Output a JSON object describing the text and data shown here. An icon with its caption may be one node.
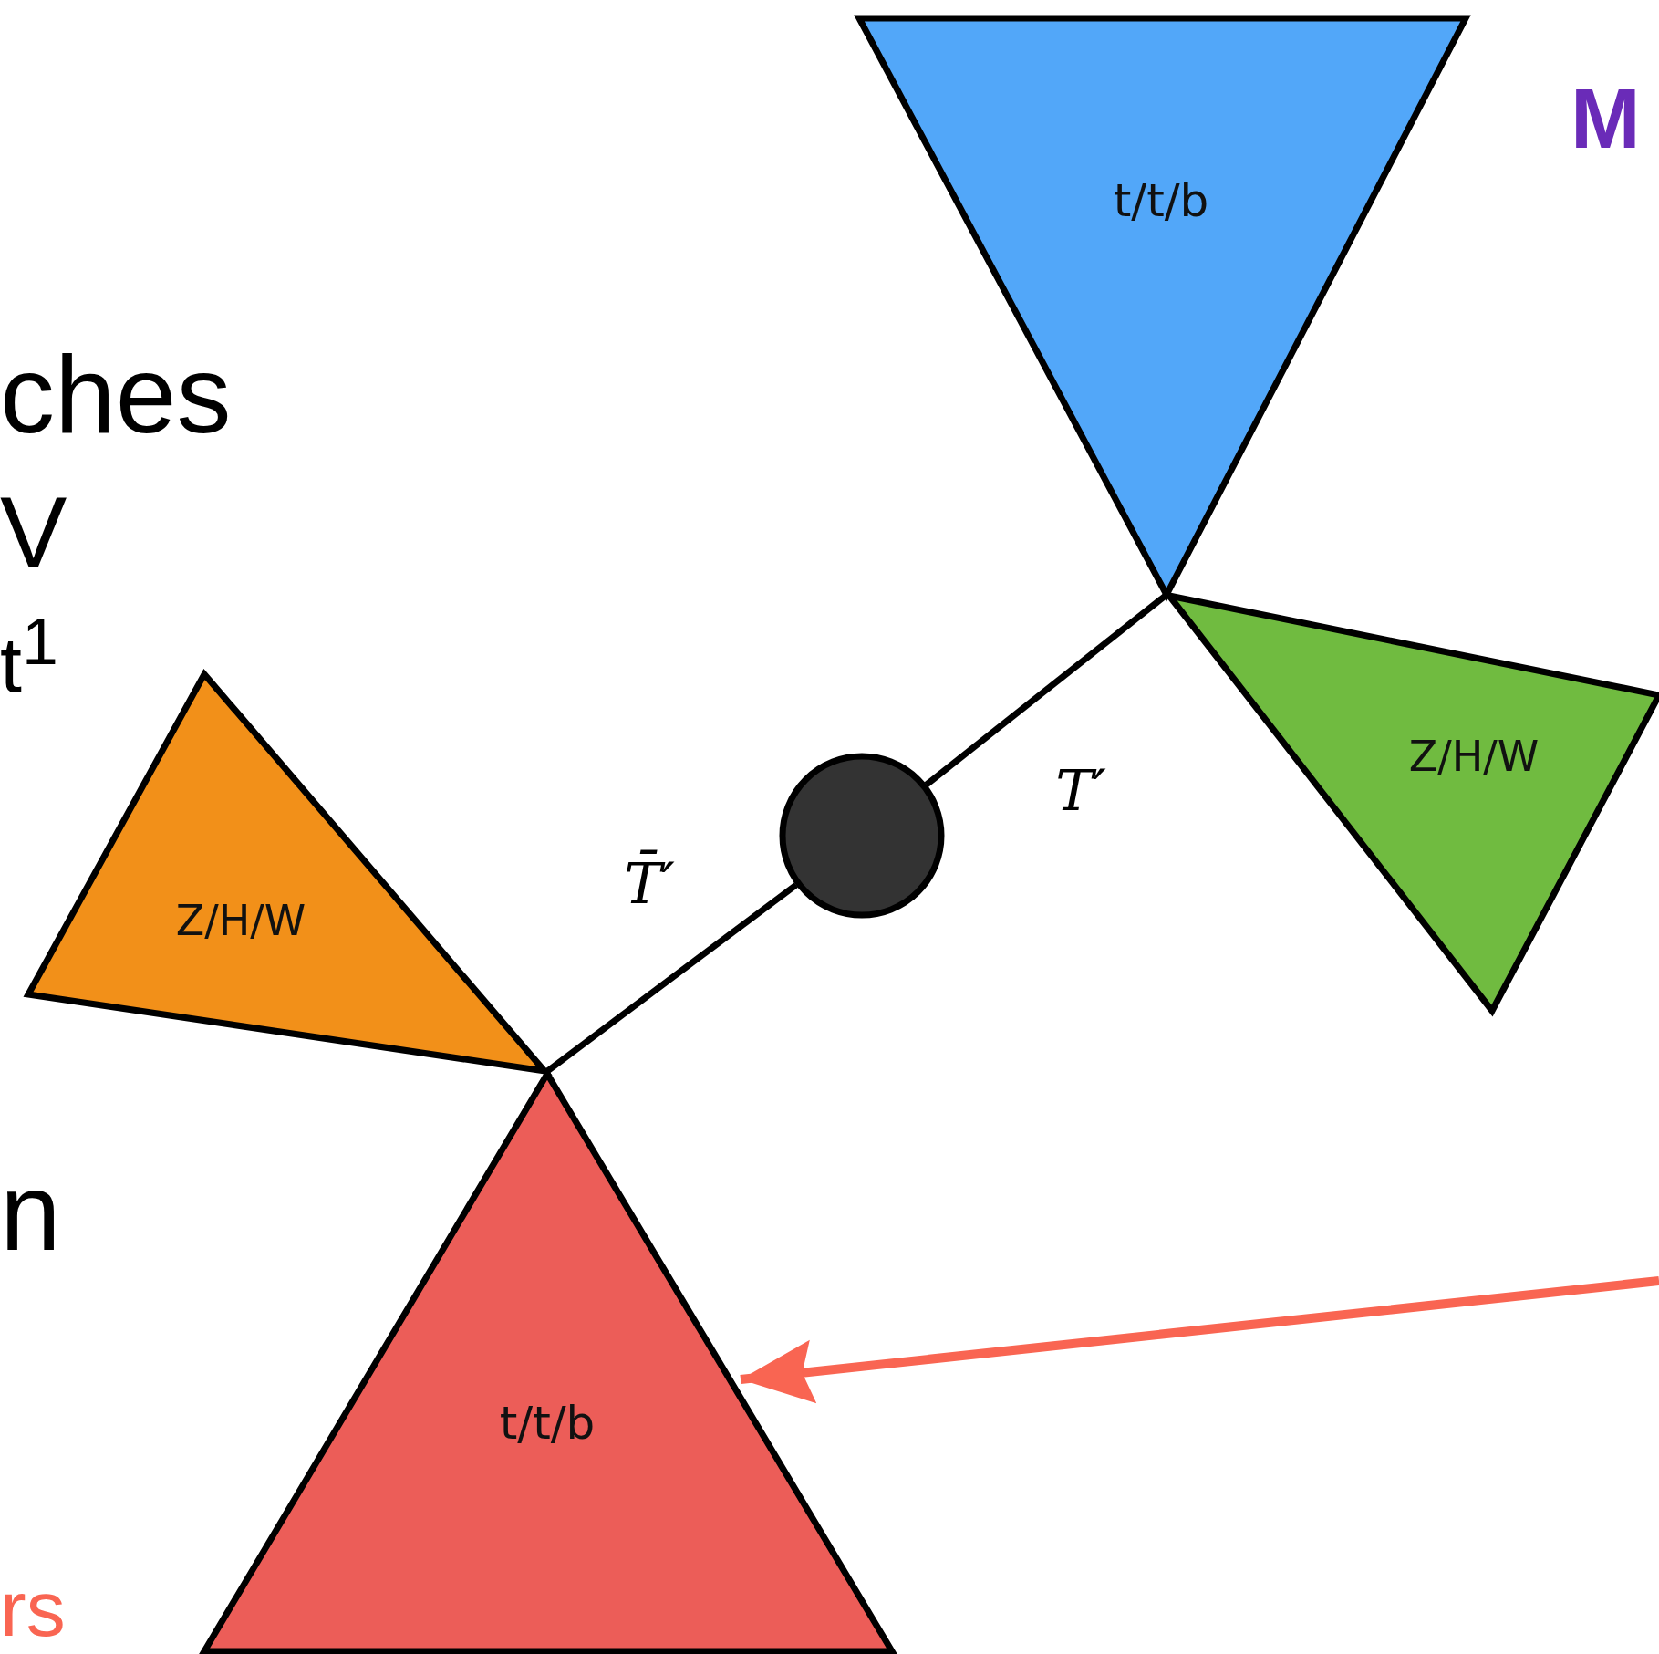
{
  "diagram": {
    "nodes": [
      {
        "text": [
          "t/t/b"
        ]
      },
      {
        "text": [
          "Z/H/W"
        ]
      },
      {
        "text": [],
        "shape": "circle"
      },
      {
        "text": [
          "Z/H/W"
        ]
      },
      {
        "text": [
          "t/t/b"
        ]
      }
    ],
    "edges": [
      {
        "from": 2,
        "to": 0,
        "arrow": "none",
        "label": "T′"
      },
      {
        "from": 2,
        "to": 1,
        "arrow": "none"
      },
      {
        "from": 2,
        "to": 3,
        "arrow": "none",
        "label": "T̄′"
      },
      {
        "from": 2,
        "to": 4,
        "arrow": "none"
      },
      {
        "from": null,
        "to": 4,
        "arrow": "to",
        "color": "#f96552"
      }
    ],
    "labels": [
      "M",
      "ches",
      "V",
      "t$^{1}$",
      "n",
      "rs"
    ]
  }
}
